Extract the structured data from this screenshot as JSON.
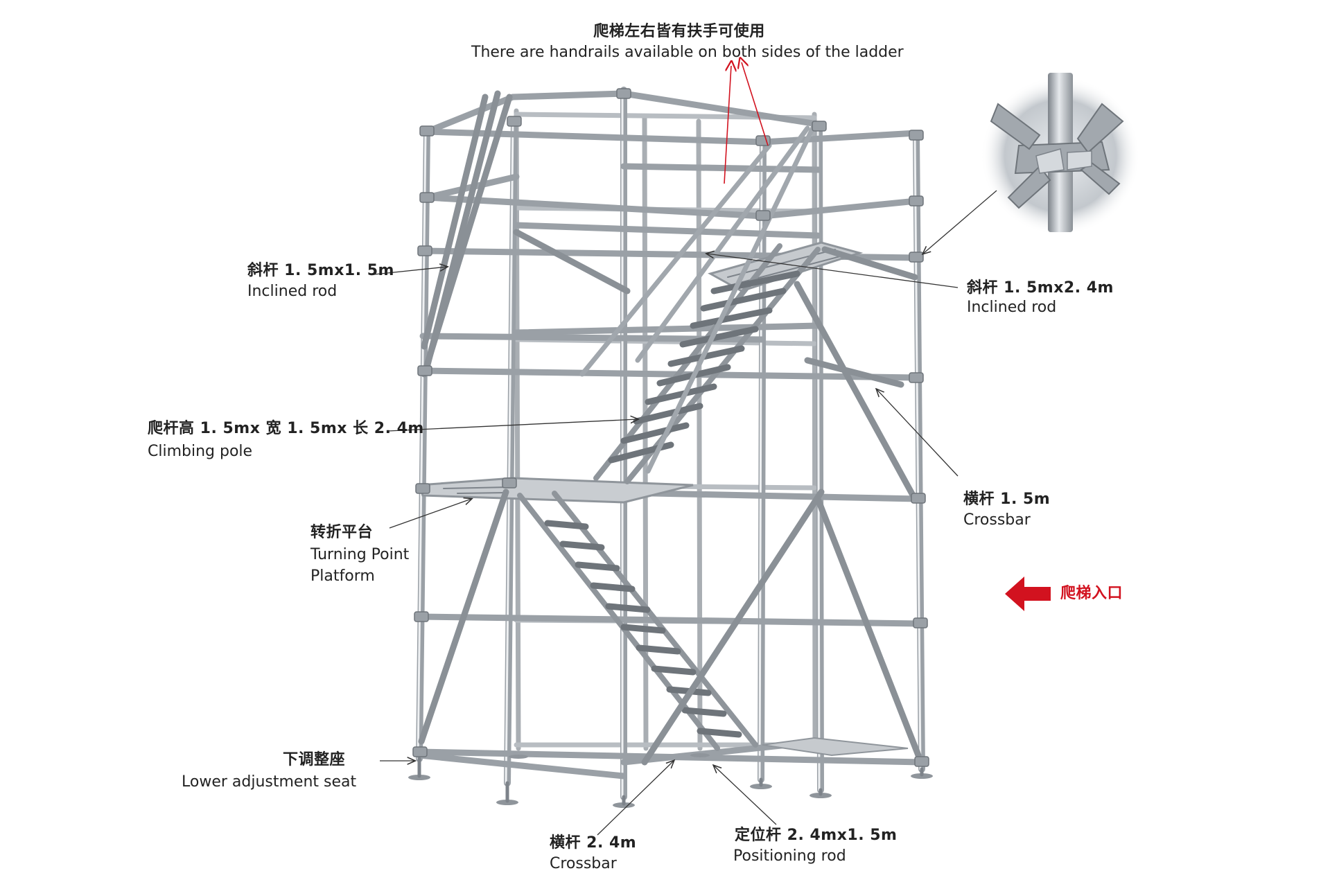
{
  "labels": {
    "top_cn": "爬梯左右皆有扶手可使用",
    "top_en": "There are handrails available on both sides of the ladder",
    "incline_left_cn": "斜杆 1. 5mx1. 5m",
    "incline_left_en": "Inclined rod",
    "incline_right_cn": "斜杆 1. 5mx2. 4m",
    "incline_right_en": "Inclined rod",
    "climb_cn": "爬杆高 1. 5mx 宽 1. 5mx 长 2. 4m",
    "climb_en": "Climbing pole",
    "crossbar15_cn": "横杆 1. 5m",
    "crossbar15_en": "Crossbar",
    "platform_cn": "转折平台",
    "platform_en1": "Turning Point",
    "platform_en2": "Platform",
    "entrance_cn": "爬梯入口",
    "seat_cn": "下调整座",
    "seat_en": "Lower adjustment seat",
    "crossbar24_cn": "横杆 2. 4m",
    "crossbar24_en": "Crossbar",
    "positioning_cn": "定位杆 2. 4mx1. 5m",
    "positioning_en": "Positioning rod"
  },
  "colors": {
    "steel": "#8f959b",
    "steel_light": "#d7dbdf",
    "leader": "#333333",
    "accent_red": "#d2121f"
  },
  "icons": {
    "entrance_arrow": "left-arrow-icon",
    "rosette_closeup": "ringlock-rosette-closeup"
  }
}
